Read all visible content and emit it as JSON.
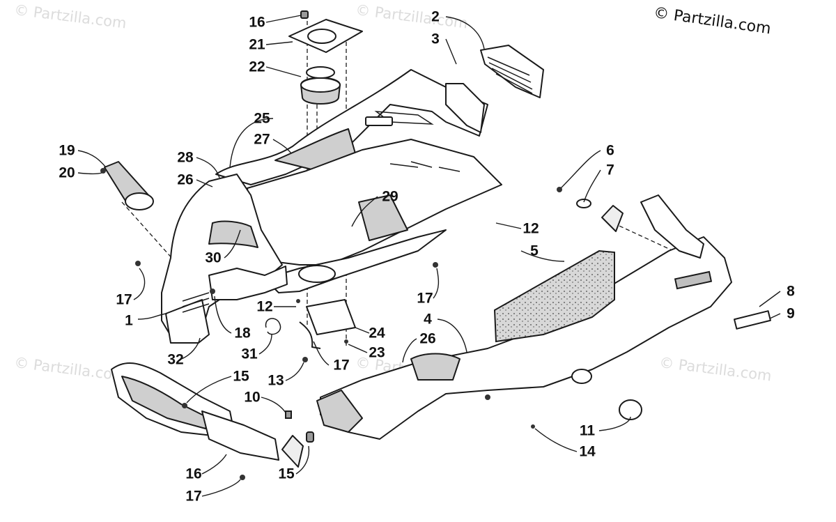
{
  "watermarks": [
    "© Partzilla.com",
    "© Partzilla.com",
    "© Partzilla.com",
    "© Partzilla.com",
    "© Partzilla.com"
  ],
  "copyright": "© Partzilla.com",
  "callouts": [
    "16",
    "21",
    "22",
    "2",
    "3",
    "25",
    "27",
    "19",
    "28",
    "20",
    "26",
    "6",
    "7",
    "29",
    "12",
    "5",
    "30",
    "17",
    "12",
    "8",
    "1",
    "17",
    "4",
    "9",
    "24",
    "18",
    "26",
    "31",
    "32",
    "23",
    "17",
    "15",
    "13",
    "10",
    "11",
    "14",
    "16",
    "15",
    "17"
  ]
}
